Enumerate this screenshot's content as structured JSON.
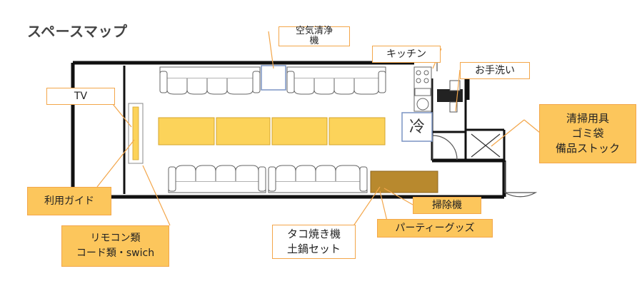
{
  "title": "スペースマップ",
  "colors": {
    "wall": "#111111",
    "table": "#fcd35a",
    "shelf": "#b8892e",
    "leader": "#f3a64a",
    "label_fill": "#fcc65c"
  },
  "labels": {
    "air_purifier": "空気清浄\n機",
    "kitchen": "キッチン",
    "handwash": "お手洗い",
    "tv": "TV",
    "cleaning": "清掃用具\nゴミ袋\n備品ストック",
    "usage_guide": "利用ガイド",
    "remote": "リモコン類\nコード類・swich",
    "takoyaki": "タコ焼き機\n土鍋セット",
    "vacuum": "掃除機",
    "party_goods": "パーティーグッズ",
    "fridge": "冷"
  }
}
